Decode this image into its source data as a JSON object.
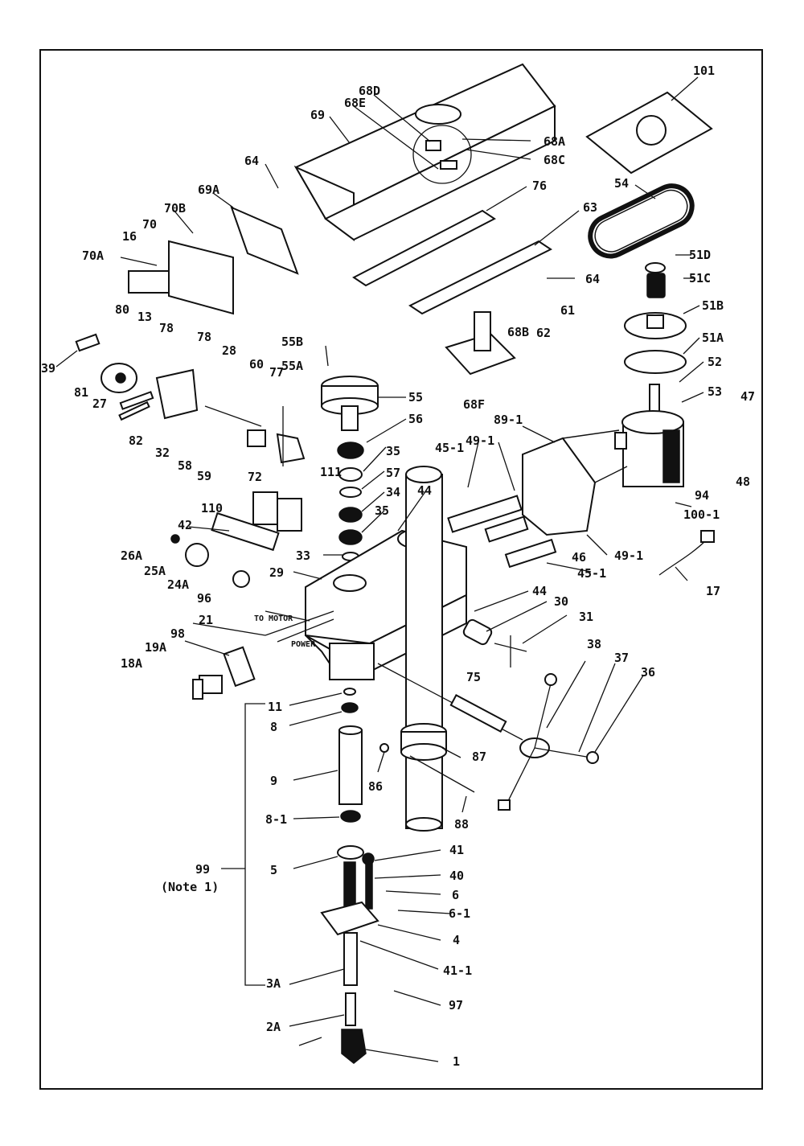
{
  "diagram": {
    "callouts": [
      "101",
      "69",
      "68D",
      "68E",
      "68A",
      "68C",
      "64",
      "76",
      "63",
      "54",
      "64",
      "61",
      "62",
      "51D",
      "51C",
      "51B",
      "51A",
      "52",
      "53",
      "47",
      "48",
      "94",
      "100-1",
      "69A",
      "70B",
      "70",
      "16",
      "70A",
      "80",
      "13",
      "78",
      "78",
      "28",
      "39",
      "81",
      "27",
      "82",
      "32",
      "58",
      "59",
      "60",
      "77",
      "72",
      "55B",
      "55A",
      "55",
      "56",
      "35",
      "57",
      "34",
      "35",
      "33",
      "111",
      "110",
      "44",
      "42",
      "68B",
      "68F",
      "89-1",
      "45-1",
      "49-1",
      "49-1",
      "46",
      "45-1",
      "26A",
      "25A",
      "24A",
      "96",
      "29",
      "44",
      "30",
      "31",
      "75",
      "38",
      "37",
      "36",
      "21",
      "98",
      "19A",
      "18A",
      "17",
      "11",
      "8",
      "9",
      "8-1",
      "5",
      "41",
      "40",
      "6",
      "6-1",
      "4",
      "41-1",
      "3A",
      "97",
      "2A",
      "1",
      "86",
      "87",
      "88",
      "99"
    ],
    "labels": {
      "to_motor": "TO MOTOR",
      "power": "POWER",
      "note": "(Note 1)"
    }
  }
}
